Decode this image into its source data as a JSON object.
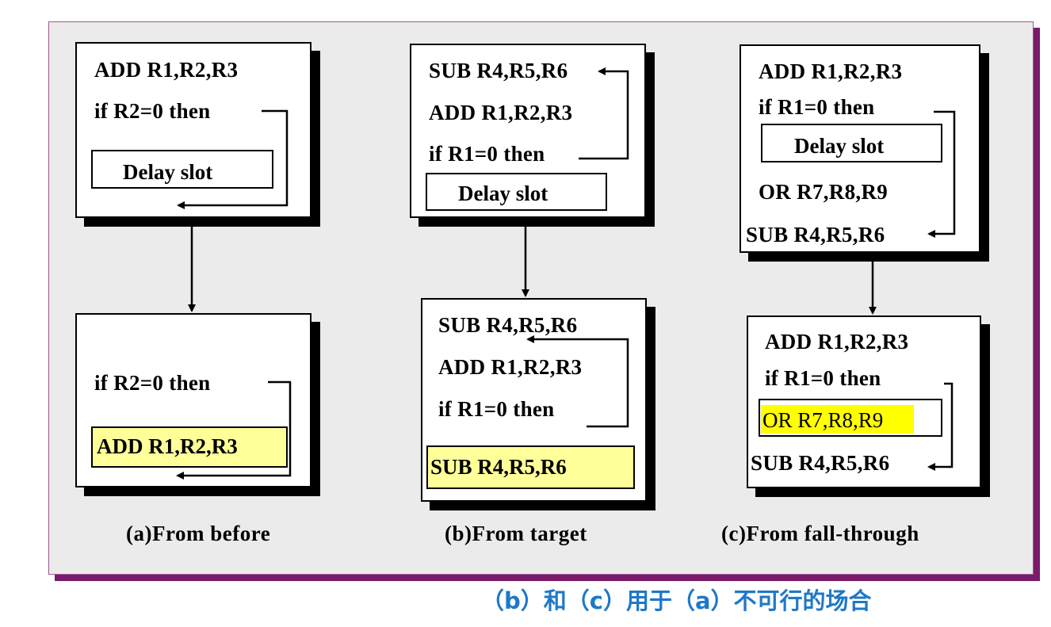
{
  "col_a": {
    "caption": "(a)From before",
    "top": {
      "line1": "ADD R1,R2,R3",
      "line2": "if R2=0 then",
      "slot": "Delay slot"
    },
    "bottom": {
      "line1": "if R2=0 then",
      "slot": "ADD R1,R2,R3"
    }
  },
  "col_b": {
    "caption": "(b)From target",
    "top": {
      "line1": "SUB R4,R5,R6",
      "line2": "ADD R1,R2,R3",
      "line3": "if R1=0 then",
      "slot": "Delay slot"
    },
    "bottom": {
      "line1": "SUB R4,R5,R6",
      "line2": "ADD R1,R2,R3",
      "line3": "if R1=0 then",
      "slot": "SUB R4,R5,R6"
    }
  },
  "col_c": {
    "caption": "(c)From fall-through",
    "top": {
      "line1": "ADD R1,R2,R3",
      "line2": "if R1=0 then",
      "slot": "Delay slot",
      "line3": "OR R7,R8,R9",
      "line4": "SUB R4,R5,R6"
    },
    "bottom": {
      "line1": "ADD R1,R2,R3",
      "line2": "if R1=0 then",
      "slot": "OR R7,R8,R9",
      "line3": "SUB R4,R5,R6"
    }
  },
  "footnote": "（b）和（c）用于（a）不可行的场合",
  "colors": {
    "panel_bg": "#ebebeb",
    "panel_shadow": "#7a1a6a",
    "slot_fill": "#ffff99",
    "highlight": "#ffff00",
    "footnote": "#1f78c8"
  }
}
